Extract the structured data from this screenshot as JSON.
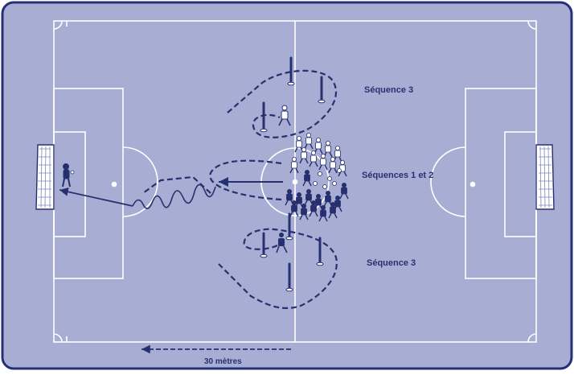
{
  "labels": {
    "sequence_3_top": "Séquence 3",
    "sequences_1_2": "Séquences 1 et 2",
    "sequence_3_bottom": "Séquence 3",
    "distance": "30 mètres"
  },
  "colors": {
    "frame": "#23307a",
    "field": "#a8aed3",
    "lines": "#ffffff",
    "markings": "#27306f"
  },
  "icons": {
    "goal_left": "goal-net-icon",
    "goal_right": "goal-net-icon",
    "goalkeeper": "goalkeeper-icon",
    "players": "player-icon",
    "poles": "pole-icon",
    "balls": "ball-icon"
  }
}
